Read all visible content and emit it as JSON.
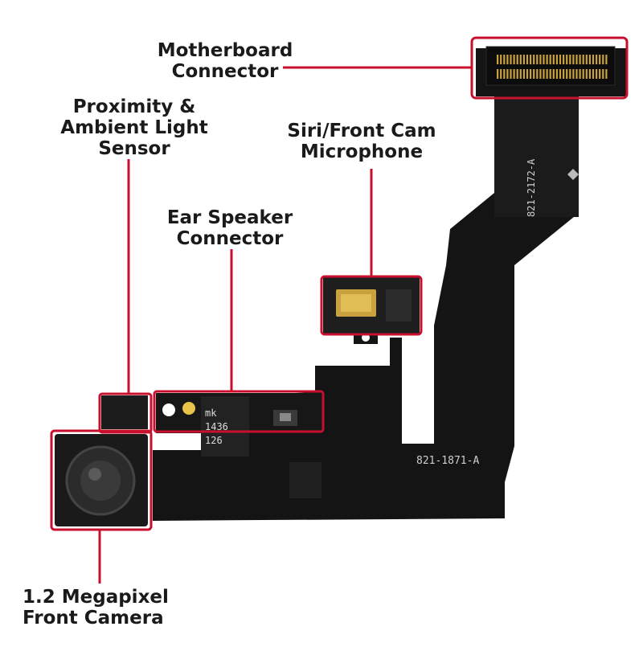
{
  "colors": {
    "callout": "#c8102e",
    "flex_cable": "#141414",
    "background": "#ffffff"
  },
  "labels": {
    "motherboard_connector": [
      "Motherboard",
      "Connector"
    ],
    "proximity_sensor": [
      "Proximity &",
      "Ambient Light",
      "Sensor"
    ],
    "siri_microphone": [
      "Siri/Front Cam",
      "Microphone"
    ],
    "ear_speaker_connector": [
      "Ear Speaker",
      "Connector"
    ],
    "front_camera": [
      "1.2 Megapixel",
      "Front Camera"
    ]
  },
  "board_markings": {
    "part_number_top": "821-2172-A",
    "part_number_bottom": "821-1871-A",
    "chip_text": [
      "mk",
      "1436",
      "126"
    ]
  }
}
